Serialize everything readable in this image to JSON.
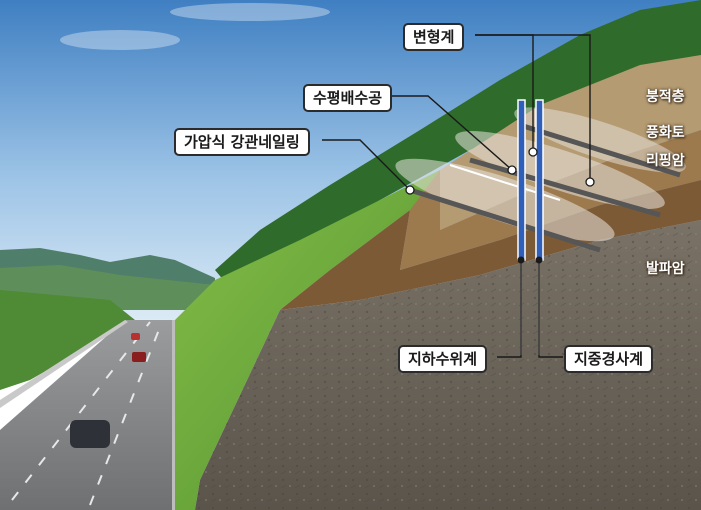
{
  "callouts": {
    "extensometer": "변형계",
    "horizontal_drain": "수평배수공",
    "pressure_nailing": "가압식 강관네일링",
    "groundwater_gauge": "지하수위계",
    "inclinometer": "지중경사계"
  },
  "layers": {
    "deposit": "붕적층",
    "weathered_soil": "풍화토",
    "ripping_rock": "리핑암",
    "blasting_rock": "발파암"
  },
  "colors": {
    "sky_top": "#3f7fc2",
    "sky_bottom": "#cfe3f3",
    "grass": "#6aa63a",
    "rock": "#6e675c",
    "instrument_blue": "#2f5fb8"
  }
}
